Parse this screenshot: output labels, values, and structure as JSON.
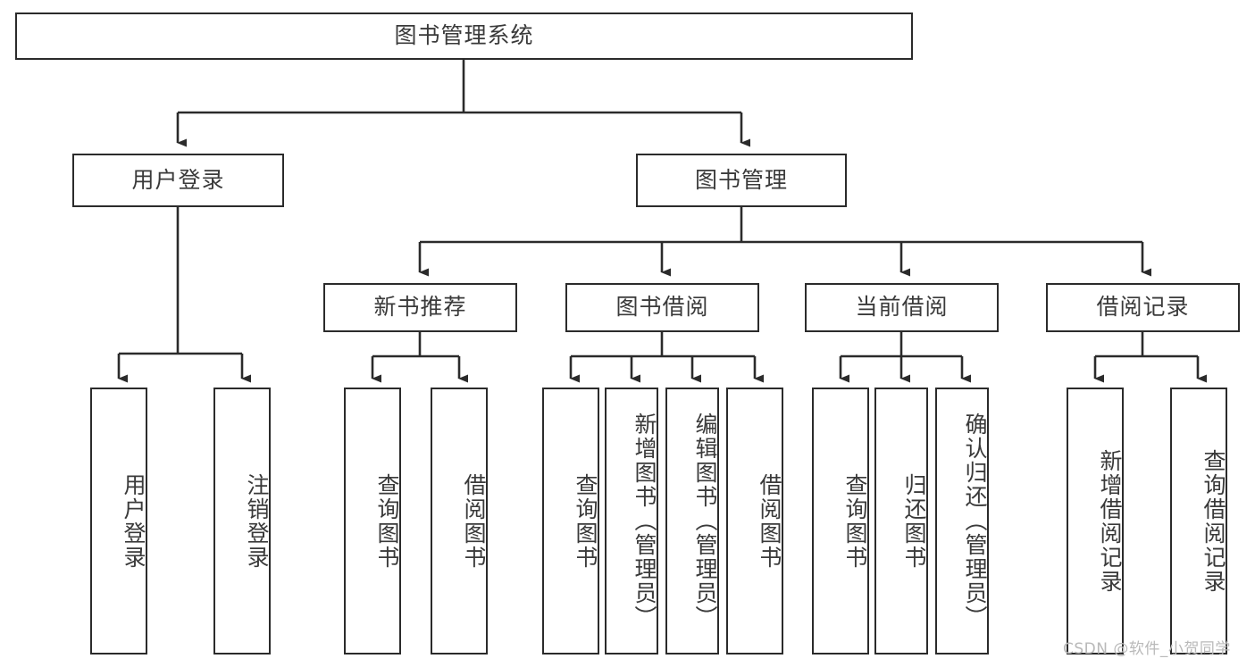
{
  "diagram": {
    "title": "图书管理系统",
    "type": "tree",
    "root": {
      "label": "图书管理系统"
    },
    "level1": [
      {
        "label": "用户登录"
      },
      {
        "label": "图书管理"
      }
    ],
    "level2": [
      {
        "label": "新书推荐",
        "parent": "图书管理"
      },
      {
        "label": "图书借阅",
        "parent": "图书管理"
      },
      {
        "label": "当前借阅",
        "parent": "图书管理"
      },
      {
        "label": "借阅记录",
        "parent": "图书管理"
      }
    ],
    "leaves_user_login": [
      {
        "label": "用户登录"
      },
      {
        "label": "注销登录"
      }
    ],
    "leaves_new_book": [
      {
        "label": "查询图书"
      },
      {
        "label": "借阅图书"
      }
    ],
    "leaves_borrow": [
      {
        "label": "查询图书"
      },
      {
        "label": "新增图书（管理员）"
      },
      {
        "label": "编辑图书（管理员）"
      },
      {
        "label": "借阅图书"
      }
    ],
    "leaves_current": [
      {
        "label": "查询图书"
      },
      {
        "label": "归还图书"
      },
      {
        "label": "确认归还（管理员）"
      }
    ],
    "leaves_record": [
      {
        "label": "新增借阅记录"
      },
      {
        "label": "查询借阅记录"
      }
    ]
  },
  "watermark": "CSDN @软件_小贺同学",
  "colors": {
    "stroke": "#2b2b2b",
    "text": "#3a3a3a",
    "background": "#ffffff",
    "watermark": "#b9b9b9"
  }
}
